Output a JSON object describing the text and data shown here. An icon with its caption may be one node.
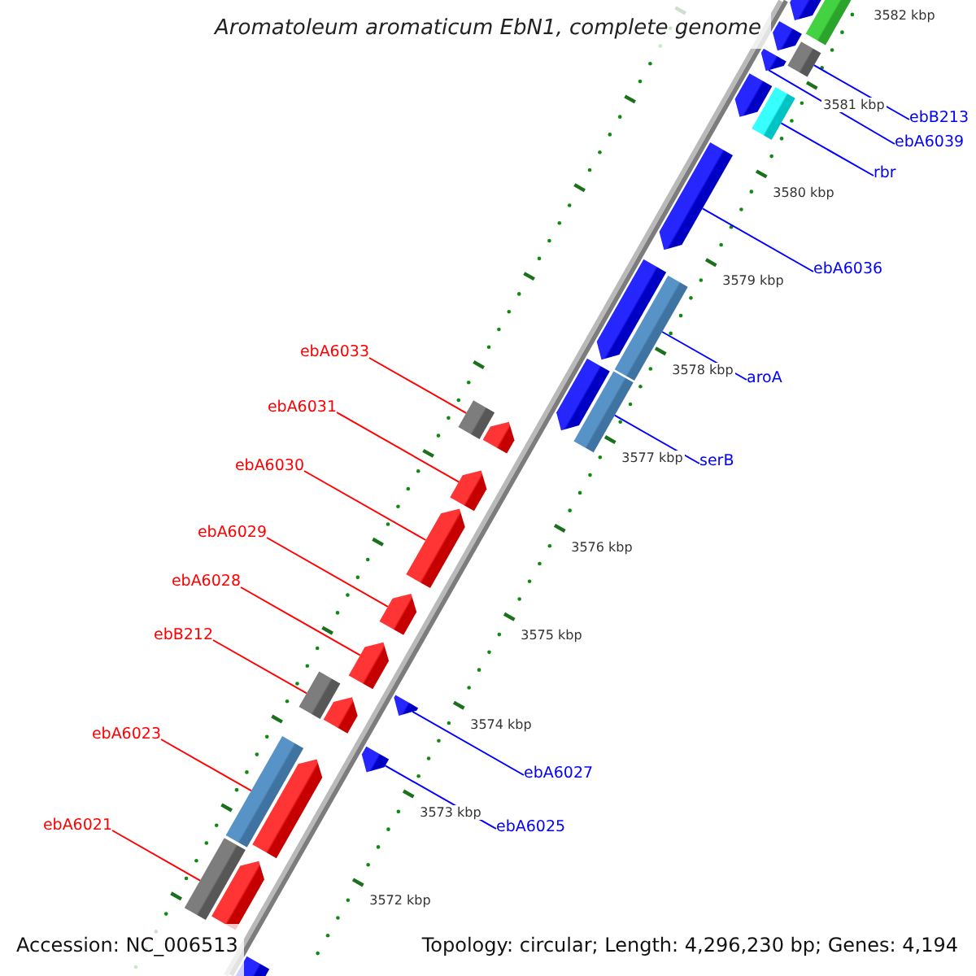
{
  "diagram": {
    "title": "Aromatoleum aromaticum EbN1, complete genome",
    "nodes": [
      {
        "text": [
          "ebB213"
        ]
      },
      {
        "text": [
          "ebA6039"
        ]
      },
      {
        "text": [
          "rbr"
        ]
      },
      {
        "text": [
          "ebA6036"
        ]
      },
      {
        "text": [
          "ebA6033"
        ]
      },
      {
        "text": [
          "aroA"
        ]
      },
      {
        "text": [
          "ebA6031"
        ]
      },
      {
        "text": [
          "serB"
        ]
      },
      {
        "text": [
          "ebA6030"
        ]
      },
      {
        "text": [
          "ebA6029"
        ]
      },
      {
        "text": [
          "ebA6028"
        ]
      },
      {
        "text": [
          "ebB212"
        ]
      },
      {
        "text": [
          "ebA6023"
        ]
      },
      {
        "text": [
          "ebA6027"
        ]
      },
      {
        "text": [
          "ebA6021"
        ]
      },
      {
        "text": [
          "ebA6025"
        ]
      },
      {
        "text": [],
        "shape": "pentagon"
      },
      {
        "text": [],
        "shape": "bar"
      },
      {
        "text": [],
        "shape": "pentagon"
      },
      {
        "text": [],
        "shape": "bar"
      },
      {
        "text": [],
        "shape": "pentagon"
      },
      {
        "text": [],
        "shape": "pentagon"
      },
      {
        "text": [],
        "shape": "bar"
      },
      {
        "text": [],
        "shape": "pentagon"
      },
      {
        "text": [],
        "shape": "bar"
      },
      {
        "text": [],
        "shape": "pentagon"
      },
      {
        "text": [],
        "shape": "bar"
      },
      {
        "text": [],
        "shape": "pentagon"
      },
      {
        "text": [],
        "shape": "bar"
      },
      {
        "text": [],
        "shape": "pentagon"
      },
      {
        "text": [],
        "shape": "pentagon"
      },
      {
        "text": [],
        "shape": "pentagon"
      },
      {
        "text": [],
        "shape": "pentagon"
      },
      {
        "text": [],
        "shape": "pentagon"
      },
      {
        "text": [],
        "shape": "pentagon"
      },
      {
        "text": [],
        "shape": "bar"
      },
      {
        "text": [],
        "shape": "pentagon"
      },
      {
        "text": [],
        "shape": "pentagon"
      },
      {
        "text": [],
        "shape": "bar"
      },
      {
        "text": [],
        "shape": "pentagon"
      },
      {
        "text": [],
        "shape": "bar"
      },
      {
        "text": [],
        "shape": "pentagon"
      },
      {
        "text": [],
        "shape": "bar"
      }
    ],
    "edges": [
      {
        "from": 0,
        "to": 19,
        "arrow": "none"
      },
      {
        "from": 1,
        "to": 20,
        "arrow": "none"
      },
      {
        "from": 2,
        "to": 22,
        "arrow": "none"
      },
      {
        "from": 3,
        "to": 23,
        "arrow": "none"
      },
      {
        "from": 4,
        "to": 28,
        "arrow": "none",
        "color": "#ff0000"
      },
      {
        "from": 5,
        "to": 24,
        "arrow": "none"
      },
      {
        "from": 6,
        "to": 30,
        "arrow": "none",
        "color": "#ff0000"
      },
      {
        "from": 7,
        "to": 26,
        "arrow": "none"
      },
      {
        "from": 8,
        "to": 31,
        "arrow": "none",
        "color": "#ff0000"
      },
      {
        "from": 9,
        "to": 32,
        "arrow": "none",
        "color": "#ff0000"
      },
      {
        "from": 10,
        "to": 33,
        "arrow": "none",
        "color": "#ff0000"
      },
      {
        "from": 11,
        "to": 35,
        "arrow": "none",
        "color": "#ff0000"
      },
      {
        "from": 12,
        "to": 38,
        "arrow": "none",
        "color": "#ff0000"
      },
      {
        "from": 13,
        "to": 34,
        "arrow": "none"
      },
      {
        "from": 14,
        "to": 40,
        "arrow": "none",
        "color": "#ff0000"
      },
      {
        "from": 15,
        "to": 37,
        "arrow": "none"
      }
    ],
    "labels": [
      "3582 kbp",
      "3581 kbp",
      "3580 kbp",
      "3579 kbp",
      "3578 kbp",
      "3577 kbp",
      "3576 kbp",
      "3575 kbp",
      "3574 kbp",
      "3573 kbp",
      "3572 kbp",
      "Accession: NC_006513",
      "Topology: circular; Length: 4,296,230 bp; Genes: 4,194"
    ]
  }
}
